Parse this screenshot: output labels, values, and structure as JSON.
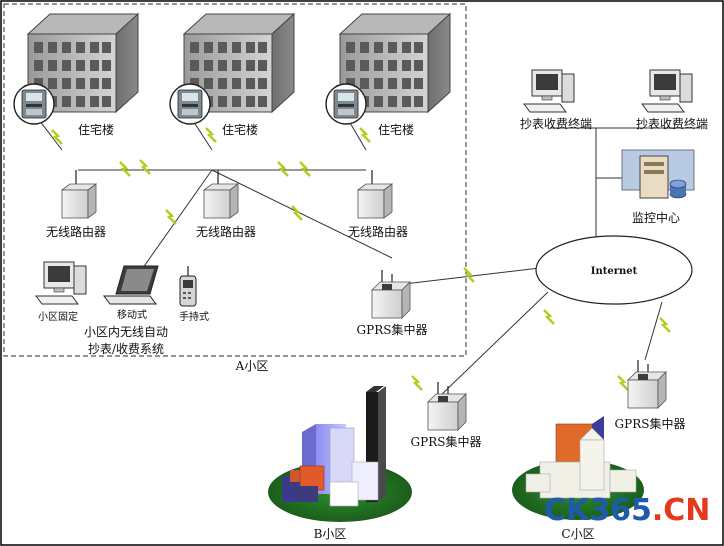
{
  "area_a": {
    "caption": "A小区",
    "buildings": [
      {
        "label": "住宅楼"
      },
      {
        "label": "住宅楼"
      },
      {
        "label": "住宅楼"
      }
    ],
    "routers": [
      {
        "label": "无线路由器"
      },
      {
        "label": "无线路由器"
      },
      {
        "label": "无线路由器"
      }
    ],
    "devices": [
      {
        "label": "小区固定"
      },
      {
        "label": "移动式"
      },
      {
        "label": "手持式"
      }
    ],
    "system_title_line1": "小区内无线自动",
    "system_title_line2": "抄表/收费系统",
    "gprs_label": "GPRS集中器"
  },
  "terminals": [
    {
      "label": "抄表收费终端"
    },
    {
      "label": "抄表收费终端"
    }
  ],
  "monitor_center": "监控中心",
  "internet": "Internet",
  "area_b": {
    "caption": "B小区",
    "gprs_label": "GPRS集中器"
  },
  "area_c": {
    "caption": "C小区",
    "gprs_label": "GPRS集中器"
  },
  "watermark": "CK365.CN",
  "colors": {
    "lightning": "#b5cc1a",
    "line": "#333333",
    "watermark_blue": "#1e5ba8",
    "watermark_red": "#e23a1a"
  }
}
